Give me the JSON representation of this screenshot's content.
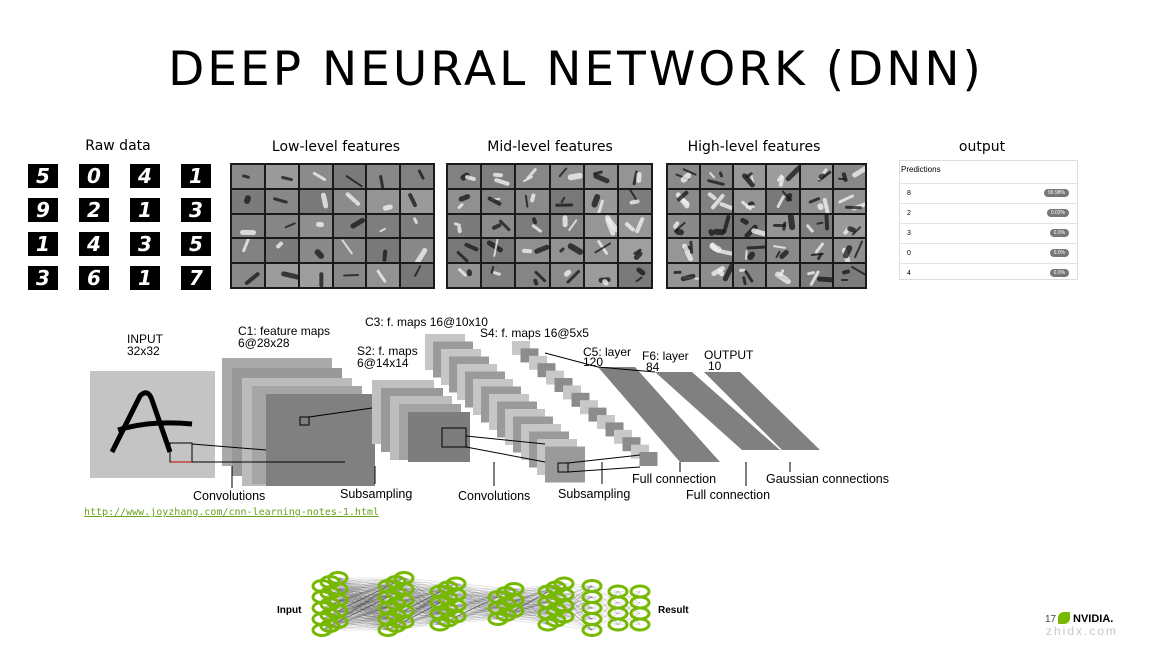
{
  "title": "DEEP NEURAL NETWORK (DNN)",
  "columns": {
    "raw_data": "Raw data",
    "low_level": "Low-level features",
    "mid_level": "Mid-level features",
    "high_level": "High-level features",
    "output": "output"
  },
  "raw_digits": [
    "5",
    "0",
    "4",
    "1",
    "9",
    "2",
    "1",
    "3",
    "1",
    "4",
    "3",
    "5",
    "3",
    "6",
    "1",
    "7"
  ],
  "predictions": {
    "header": "Predictions",
    "rows": [
      {
        "label": "8",
        "value": "99.98%"
      },
      {
        "label": "2",
        "value": "0.02%"
      },
      {
        "label": "3",
        "value": "0.0%"
      },
      {
        "label": "0",
        "value": "0.0%"
      },
      {
        "label": "4",
        "value": "0.0%"
      }
    ]
  },
  "lenet": {
    "input": "INPUT",
    "input_size": "32x32",
    "c1": "C1: feature maps",
    "c1_size": "6@28x28",
    "s2": "S2: f. maps",
    "s2_size": "6@14x14",
    "c3": "C3: f. maps 16@10x10",
    "s4": "S4: f. maps 16@5x5",
    "c5": "C5: layer",
    "c5_size": "120",
    "f6": "F6: layer",
    "f6_size": "84",
    "output": "OUTPUT",
    "output_size": "10",
    "captions": {
      "convolutions_1": "Convolutions",
      "subsampling_1": "Subsampling",
      "convolutions_2": "Convolutions",
      "subsampling_2": "Subsampling",
      "full_connection_1": "Full connection",
      "full_connection_2": "Full connection",
      "gaussian": "Gaussian connections"
    }
  },
  "source_url": "http://www.joyzhang.com/cnn-learning-notes-1.html",
  "network": {
    "input_label": "Input",
    "result_label": "Result"
  },
  "footer": {
    "page_number": "17",
    "brand": "NVIDIA.",
    "watermark": "zhidx.com"
  },
  "colors": {
    "nvidia_green": "#76b900",
    "link_green": "#6aa121",
    "gray_block": "#808080"
  }
}
